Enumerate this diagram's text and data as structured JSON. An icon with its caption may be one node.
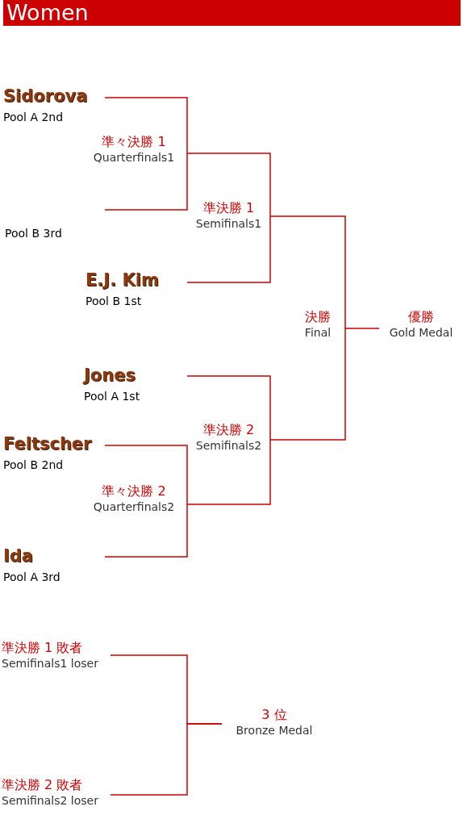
{
  "diagram": {
    "title": "Women",
    "nodes": [
      {
        "text": [
          "Sidorova",
          "Pool A 2nd"
        ]
      },
      {
        "text": [
          "準々決勝 1",
          "Quarterfinals1"
        ]
      },
      {
        "text": [
          "Pool B 3rd"
        ]
      },
      {
        "text": [
          "準決勝 1",
          "Semifinals1"
        ]
      },
      {
        "text": [
          "E.J. Kim",
          "Pool B 1st"
        ]
      },
      {
        "text": [
          "決勝",
          "Final"
        ]
      },
      {
        "text": [
          "優勝",
          "Gold Medal"
        ]
      },
      {
        "text": [
          "Jones",
          "Pool A 1st"
        ]
      },
      {
        "text": [
          "準決勝 2",
          "Semifinals2"
        ]
      },
      {
        "text": [
          "Feltscher",
          "Pool B 2nd"
        ]
      },
      {
        "text": [
          "準々決勝 2",
          "Quarterfinals2"
        ]
      },
      {
        "text": [
          "Ida",
          "Pool A 3rd"
        ]
      },
      {
        "text": [
          "準決勝 1 敗者",
          "Semifinals1 loser"
        ]
      },
      {
        "text": [
          "3 位",
          "Bronze Medal"
        ]
      },
      {
        "text": [
          "準決勝 2 敗者",
          "Semifinals2 loser"
        ]
      }
    ],
    "edges": [
      {
        "from": 0,
        "to": 1,
        "arrow": "none"
      },
      {
        "from": 2,
        "to": 1,
        "arrow": "none"
      },
      {
        "from": 1,
        "to": 3,
        "arrow": "none"
      },
      {
        "from": 4,
        "to": 3,
        "arrow": "none"
      },
      {
        "from": 3,
        "to": 5,
        "arrow": "none"
      },
      {
        "from": 8,
        "to": 5,
        "arrow": "none"
      },
      {
        "from": 5,
        "to": 6,
        "arrow": "none"
      },
      {
        "from": 7,
        "to": 8,
        "arrow": "none"
      },
      {
        "from": 10,
        "to": 8,
        "arrow": "none"
      },
      {
        "from": 9,
        "to": 10,
        "arrow": "none"
      },
      {
        "from": 11,
        "to": 10,
        "arrow": "none"
      },
      {
        "from": 12,
        "to": 13,
        "arrow": "none"
      },
      {
        "from": 14,
        "to": 13,
        "arrow": "none"
      }
    ]
  }
}
